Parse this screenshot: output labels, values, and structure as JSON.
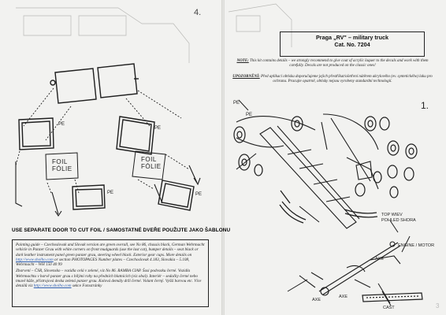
{
  "left_page": {
    "page_number": "4.",
    "pe_label": "PE",
    "foil_label_1": "FOIL",
    "foil_label_2": "FÓLIE",
    "instruction": "USE SEPARATE DOOR TO CUT FOIL / SAMOSTATNÉ DVEŘE POUŽIJTE JAKO ŠABLONU",
    "painting_guide": [
      "Painting guide – Czechoslovak and Slovak version are green overall, see No 86, chassis black, German Wehrmacht vehicle in Panzer Grau with white corners on front mudguards (use  the last cat), bumper details – seat black or dark leather  instrument panel green panzer grau, steering wheel black. Exterior gear cups.  More details on",
      "http://www.sholho.com",
      " or section PHOTOPAGES Number plates – Czechoslovak 4.183, Slovakia – 5.108, Wehrmacht – WH 150 40 99"
    ],
    "barveni": [
      "Zbarvení – ČSR, Slovensko – vozidla celá v zelené, viz No 86. RAMBA CIAP.  Šasi podvozku černé. Vozidla Wehrmachtu v barvě panzer grau s bílými rohy na předních blatnících (viz obal). Interiér – sedačky černé nebo tmavě kůže, přístrojová deska zelená panzer grau. Kolová demály drží černé. Volant černý. Vyšší barvou etc. Více detailů viz",
      "http://www.sholho.com",
      " sekce Fotostránky"
    ]
  },
  "right_page": {
    "title": "Praga „RV\" – military truck",
    "cat_no": "Cat. No. 7204",
    "note_label": "NOTE:",
    "note_text": " This kit contains details – we strongly recommend to give coat of acrylic laquer to the decals and work with them carefully. Decals are not produced on the classic ones!",
    "upozorneni_label": "UPOZORNĚNÍ:",
    "upozorneni_text": " Před aplikací obtisku doporučujeme jejich přestříkat/ošetření nátěrem akrylového (ev. syntetického) laku pro ochranu. Pracujte opatrně, obtisky nejsou vyrobeny standardní technologií.",
    "step_number": "1.",
    "top_view_1": "TOP WIEV",
    "top_view_2": "POHLED SHORA",
    "engine": "ENGINE / MOTOR",
    "axe_1": "AXE",
    "axe_2": "AXE",
    "axe_3": "AXE",
    "cast": "CAST",
    "pe_right": "PE",
    "pe_right_2": "PE",
    "corner_num": "3"
  }
}
